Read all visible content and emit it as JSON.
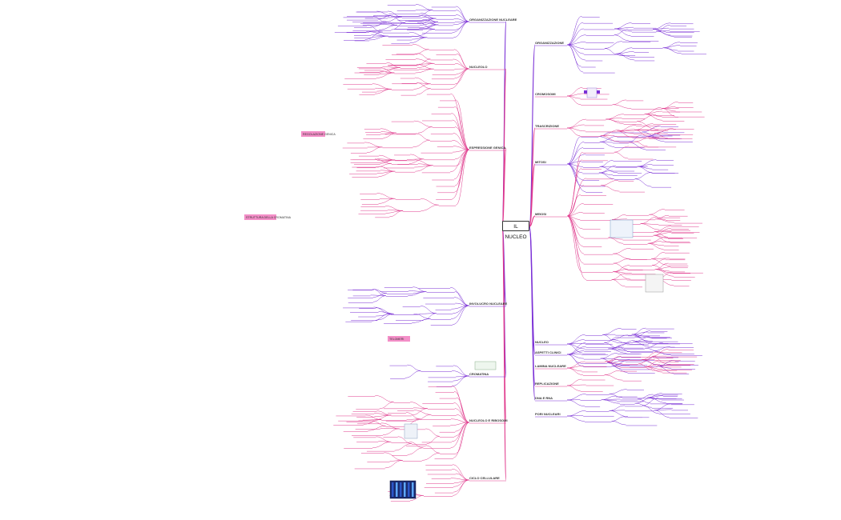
{
  "root": "IL NUCLEO",
  "colors": {
    "branch_purple": "#7a2fd6",
    "branch_pink": "#e0398c",
    "highlight_pink": "#f48fc8",
    "leaf_text": "#555555",
    "root_border": "#333333"
  },
  "left_branches": [
    "ORGANIZZAZIONE NUCLEARE",
    "NUCLEOLO",
    "ESPRESSIONE GENICA",
    "INVOLUCRO NUCLEARE",
    "CROMATINA",
    "NUCLEOLO E RIBOSOMI",
    "CICLO CELLULARE"
  ],
  "right_branches": [
    "ORGANIZZAZIONE",
    "CROMOSOMI",
    "MITOSI",
    "MEIOSI",
    "ASPETTI CLINICI",
    "REPLICAZIONE",
    "DNA E RNA",
    "TRASCRIZIONE",
    "NUCLEO",
    "LAMINA NUCLEARE",
    "PORI NUCLEARI"
  ],
  "highlights": [
    "REGOLAZIONE GENICA",
    "STRUTTURA DELLA CROMATINA",
    "TELOMERI"
  ]
}
